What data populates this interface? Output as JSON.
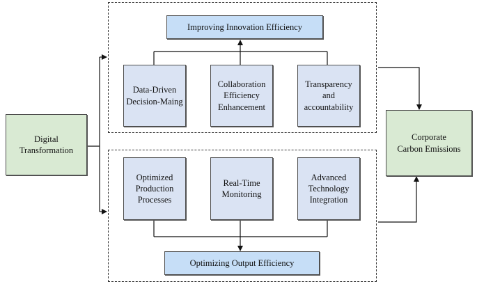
{
  "nodes": {
    "digital_transformation": "Digital\nTransformation",
    "innovation_efficiency": "Improving Innovation Efficiency",
    "data_driven": "Data-Driven\nDecision-Maing",
    "collaboration": "Collaboration\nEfficiency\nEnhancement",
    "transparency": "Transparency\nand\naccountability",
    "optimized_production": "Optimized\nProduction\nProcesses",
    "real_time": "Real-Time\nMonitoring",
    "advanced_technology": "Advanced\nTechnology\nIntegration",
    "output_efficiency": "Optimizing Output Efficiency",
    "carbon_emissions": "Corporate\nCarbon Emissions"
  },
  "colors": {
    "box_fill": "#dae3f3",
    "header_fill": "#c6def7",
    "outcome_fill": "#d9ead3",
    "line": "#111111"
  }
}
